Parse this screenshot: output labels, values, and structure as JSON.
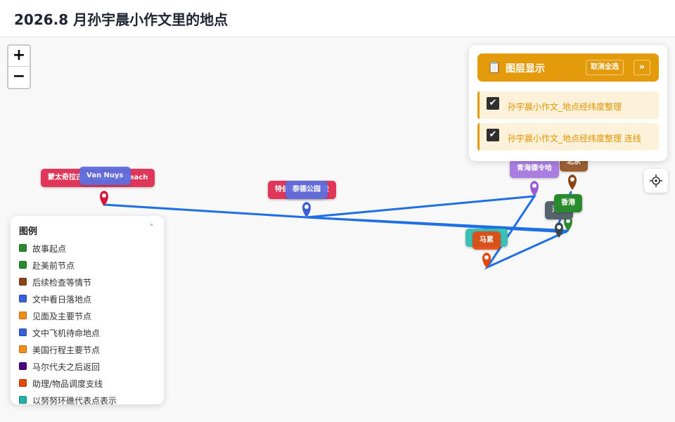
{
  "title": "2026.8 月孙宇晨小作文里的地点",
  "zoom": {
    "in_label": "+",
    "out_label": "−"
  },
  "layer_panel": {
    "icon": "clipboard-icon",
    "title": "图层显示",
    "deselect_all": "取消全选",
    "expand": "»",
    "layers": [
      {
        "label": "孙宇晨小作文_地点经纬度整理",
        "checked": true
      },
      {
        "label": "孙宇晨小作文_地点经纬度整理 连线",
        "checked": true
      }
    ]
  },
  "legend": {
    "title": "图例",
    "items": [
      {
        "label": "故事起点",
        "color": "#2a8a2e"
      },
      {
        "label": "赴美前节点",
        "color": "#2a8a2e"
      },
      {
        "label": "后续检查等情节",
        "color": "#8b4513"
      },
      {
        "label": "文中看日落地点",
        "color": "#3b5fd6"
      },
      {
        "label": "见面及主要节点",
        "color": "#f28c1b"
      },
      {
        "label": "文中飞机待命地点",
        "color": "#3b5fd6"
      },
      {
        "label": "美国行程主要节点",
        "color": "#f28c1b"
      },
      {
        "label": "马尔代夫之后返回",
        "color": "#4b0082"
      },
      {
        "label": "助理/物品调度支线",
        "color": "#e8470b"
      },
      {
        "label": "以努努环礁代表点表示",
        "color": "#1fb0a8"
      }
    ]
  },
  "map_labels": {
    "laguna": "蒙太奇拉古纳 Laguna Beach",
    "van_nuys": "Van Nuys",
    "teterboro": "特伯罗 美国 蒂费",
    "taide": "泰德公园",
    "qinghai": "青海德令哈",
    "beijing": "北京",
    "hainan": "海南",
    "hongkong": "香港",
    "maldives": "马累"
  },
  "colors": {
    "route": "#1f6fe5",
    "accent": "#e39b0c"
  }
}
